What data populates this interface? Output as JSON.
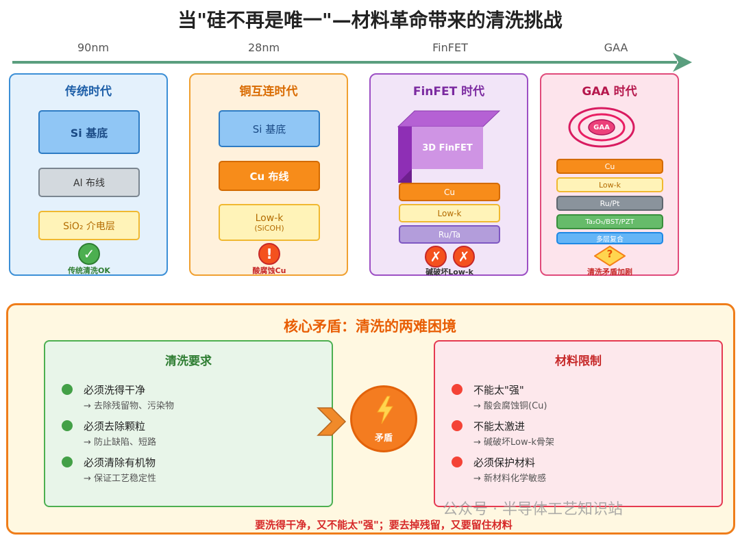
{
  "title": "当\"硅不再是唯一\"—材料革命带来的清洗挑战",
  "timeline": [
    "90nm",
    "28nm",
    "FinFET",
    "GAA"
  ],
  "eras": {
    "traditional": {
      "title": "传统时代",
      "layers": [
        "Si 基底",
        "Al 布线",
        "SiO₂ 介电层"
      ],
      "status_icon": "✓",
      "status": "传统清洗OK"
    },
    "copper": {
      "title": "铜互连时代",
      "layers": [
        "Si 基底",
        "Cu 布线",
        "Low-k",
        "(SiCOH)"
      ],
      "status_icon": "!",
      "status": "酸腐蚀Cu"
    },
    "finfet": {
      "title": "FinFET 时代",
      "fin_label": "3D FinFET",
      "layers": [
        "Cu",
        "Low-k",
        "Ru/Ta"
      ],
      "status_icon": "✗",
      "status": "碱破坏Low-k"
    },
    "gaa": {
      "title": "GAA 时代",
      "core_label": "GAA",
      "layers": [
        "Cu",
        "Low-k",
        "Ru/Pt",
        "Ta₂O₅/BST/PZT",
        "多层复合"
      ],
      "status_icon": "?",
      "status": "清洗矛盾加剧"
    }
  },
  "core": {
    "title": "核心矛盾：清洗的两难困境",
    "conflict_label": "矛盾",
    "left": {
      "title": "清洗要求",
      "items": [
        {
          "main": "必须洗得干净",
          "sub": "→ 去除残留物、污染物"
        },
        {
          "main": "必须去除颗粒",
          "sub": "→ 防止缺陷、短路"
        },
        {
          "main": "必须清除有机物",
          "sub": "→ 保证工艺稳定性"
        }
      ]
    },
    "right": {
      "title": "材料限制",
      "items": [
        {
          "main": "不能太\"强\"",
          "sub": "→ 酸会腐蚀铜(Cu)"
        },
        {
          "main": "不能太激进",
          "sub": "→ 碱破坏Low-k骨架"
        },
        {
          "main": "必须保护材料",
          "sub": "→ 新材料化学敏感"
        }
      ]
    },
    "bottom": "要洗得干净，又不能太\"强\"；要去掉残留，又要留住材料"
  },
  "watermark": "公众号 · 半导体工艺知识站",
  "colors": {
    "timeline": "#5a9e7e",
    "traditional": "#3b8fd6",
    "copper": "#f0a030",
    "finfet": "#9c4fc4",
    "gaa": "#e04a7a",
    "core_border": "#ef7d1a",
    "left_panel": "#4caf50",
    "right_panel": "#e53950"
  }
}
